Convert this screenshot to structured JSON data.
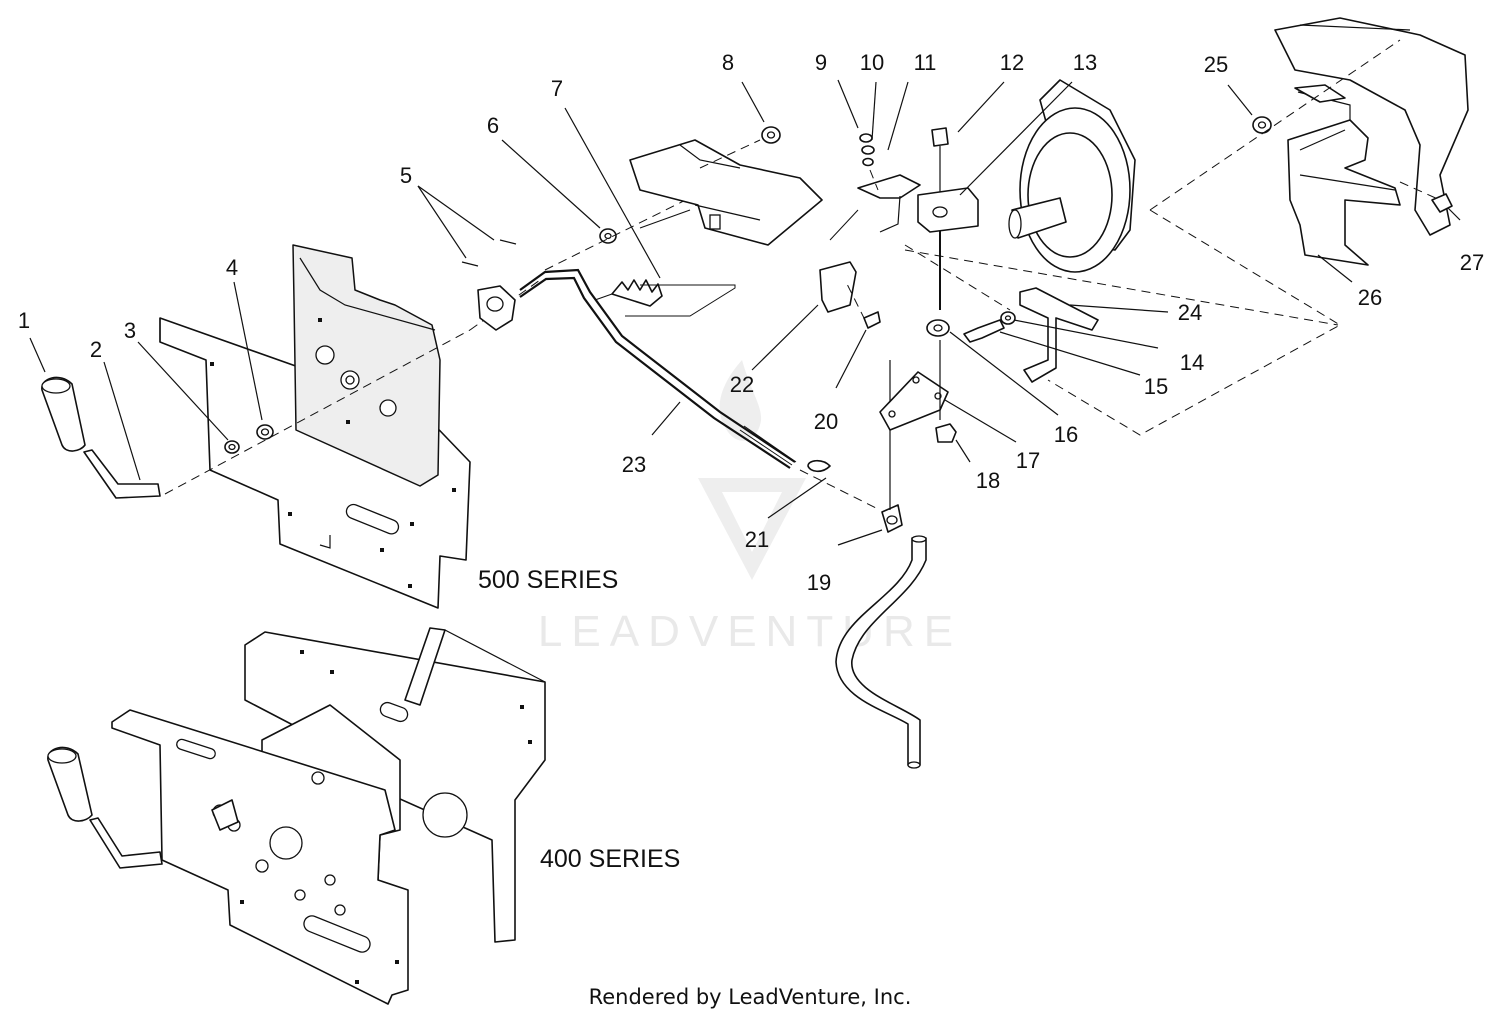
{
  "callouts": [
    "1",
    "2",
    "3",
    "4",
    "5",
    "6",
    "7",
    "8",
    "9",
    "10",
    "11",
    "12",
    "13",
    "14",
    "15",
    "16",
    "17",
    "18",
    "19",
    "20",
    "21",
    "22",
    "23",
    "24",
    "25",
    "26",
    "27"
  ],
  "series_labels": {
    "series_500": "500 SERIES",
    "series_400": "400 SERIES"
  },
  "watermark": "LEADVENTURE",
  "footer": "Rendered by LeadVenture, Inc."
}
